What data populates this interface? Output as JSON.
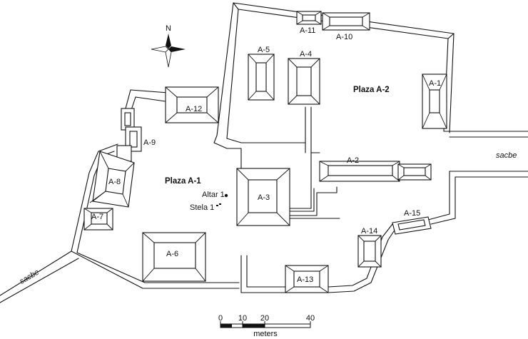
{
  "north_label": "N",
  "plazas": {
    "a1": "Plaza A-1",
    "a2": "Plaza A-2"
  },
  "sacbe": {
    "east": "sacbe",
    "southwest": "sacbe"
  },
  "monuments": {
    "altar": "Altar 1",
    "stela": "Stela 1"
  },
  "structures": {
    "a1": "A-1",
    "a2": "A-2",
    "a3": "A-3",
    "a4": "A-4",
    "a5": "A-5",
    "a6": "A-6",
    "a7": "A-7",
    "a8": "A-8",
    "a9": "A-9",
    "a10": "A-10",
    "a11": "A-11",
    "a12": "A-12",
    "a13": "A-13",
    "a14": "A-14",
    "a15": "A-15"
  },
  "scale": {
    "ticks": [
      "0",
      "10",
      "20",
      "40"
    ],
    "unit": "meters"
  }
}
